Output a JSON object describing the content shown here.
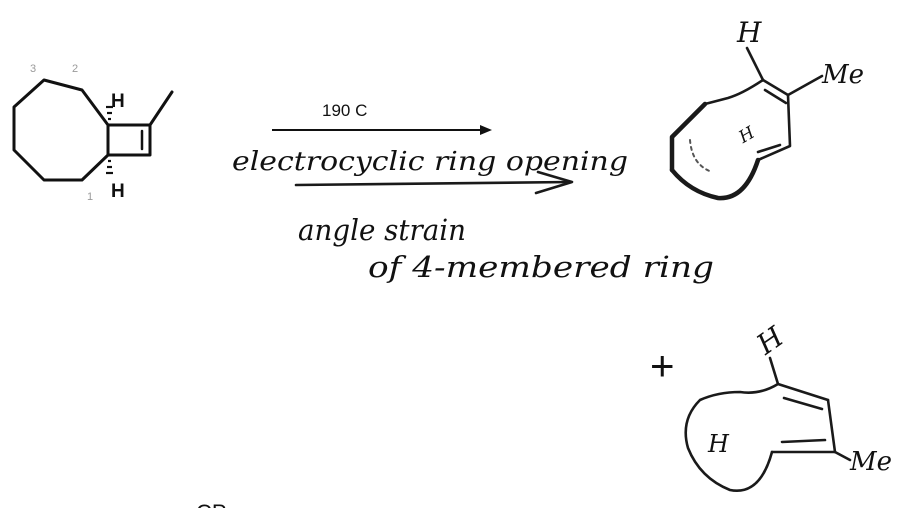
{
  "reactant": {
    "h_top": "H",
    "h_bottom": "H",
    "ring_numbers": [
      "3",
      "2",
      "1"
    ]
  },
  "arrow": {
    "condition": "190 C",
    "label": "electrocyclic ring opening"
  },
  "explanation": {
    "line1": "angle strain",
    "line2": "of 4-membered ring"
  },
  "product1": {
    "h_label": "H",
    "methyl": "Me",
    "inner_h": "H"
  },
  "plus": "+",
  "product2": {
    "h_label": "H",
    "methyl": "Me",
    "inner_h": "H"
  },
  "bottom_fragment": "CP"
}
